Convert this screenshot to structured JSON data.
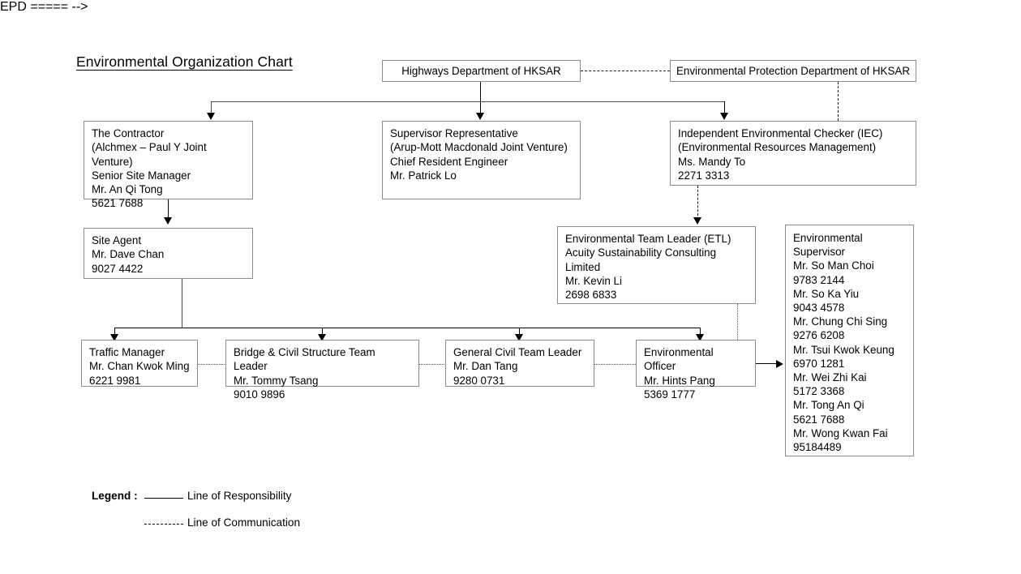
{
  "title": "Environmental Organization Chart",
  "boxes": {
    "highways_department": {
      "text": "Highways Department of HKSAR"
    },
    "epd": {
      "text": "Environmental Protection Department of HKSAR"
    },
    "contractor": {
      "text": "The Contractor\n(Alchmex – Paul Y Joint Venture)\nSenior Site Manager\nMr. An Qi Tong\n5621 7688"
    },
    "supervisor_representative": {
      "text": "Supervisor Representative\n(Arup-Mott Macdonald Joint Venture)\nChief Resident Engineer\nMr. Patrick Lo"
    },
    "iec": {
      "text": "Independent Environmental Checker (IEC)\n(Environmental Resources Management)\nMs. Mandy To\n2271 3313"
    },
    "site_agent": {
      "text": "Site Agent\nMr. Dave Chan\n9027 4422"
    },
    "etl": {
      "text": "Environmental Team Leader (ETL)\nAcuity Sustainability Consulting\nLimited\nMr. Kevin Li\n2698 6833"
    },
    "environmental_supervisor": {
      "text": "Environmental\nSupervisor\nMr. So Man Choi\n9783 2144\nMr. So Ka Yiu\n9043 4578\nMr. Chung Chi Sing\n9276 6208\nMr. Tsui Kwok Keung\n6970 1281\nMr. Wei Zhi Kai\n5172 3368\nMr. Tong An Qi\n5621 7688\nMr. Wong Kwan Fai\n95184489"
    },
    "traffic_manager": {
      "text": "Traffic Manager\nMr. Chan Kwok Ming\n6221 9981"
    },
    "bridge_civil_team_leader": {
      "text": "Bridge & Civil Structure Team Leader\nMr. Tommy Tsang\n9010 9896"
    },
    "general_civil_team_leader": {
      "text": "General Civil Team Leader\nMr. Dan Tang\n9280 0731"
    },
    "environmental_officer": {
      "text": "Environmental Officer\nMr. Hints Pang\n5369 1777"
    }
  },
  "legend": {
    "label": "Legend :",
    "responsibility": "Line of Responsibility",
    "communication": "Line of Communication"
  },
  "colors": {
    "box_border": "#8c8c8c",
    "line": "#000000",
    "background": "#ffffff"
  }
}
